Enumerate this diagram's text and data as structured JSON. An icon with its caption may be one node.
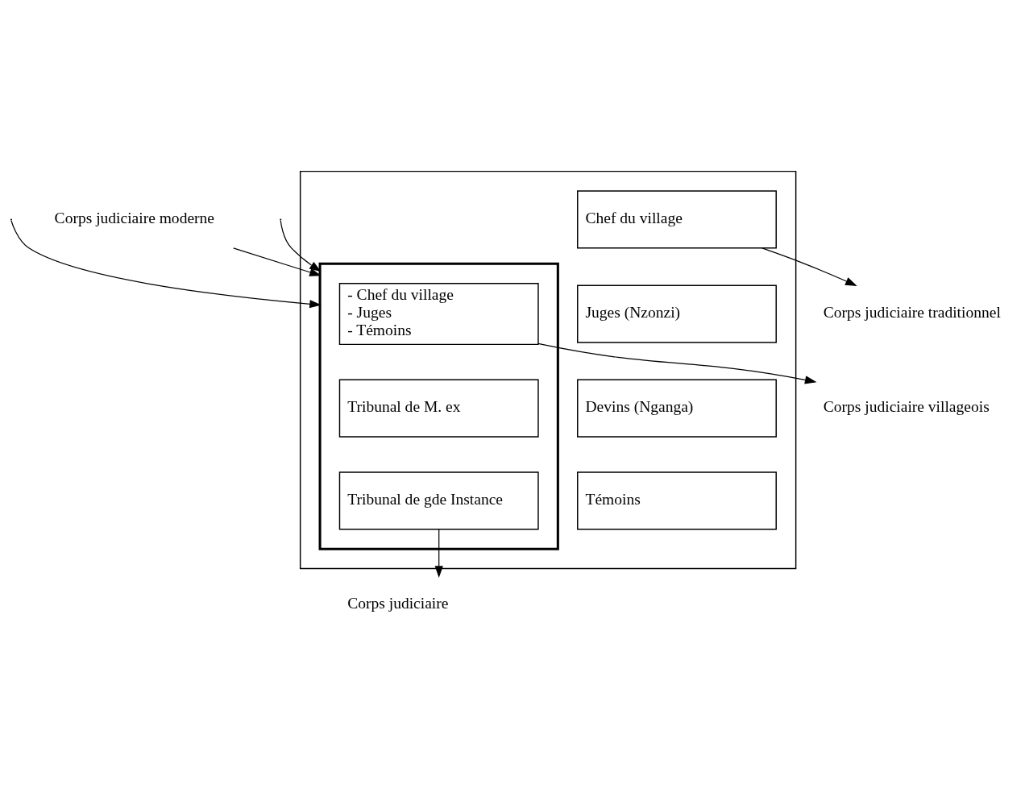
{
  "diagram": {
    "nodes": [
      {
        "text": [
          "Corps judiciaire traditionnel"
        ]
      },
      {
        "text": [
          "Corps judiciaire villageois"
        ]
      },
      {
        "text": [],
        "shape": "box"
      },
      {
        "text": [
          "Chef du village"
        ],
        "in": 2
      },
      {
        "text": [
          "Juges (Nzonzi)"
        ],
        "in": 2
      },
      {
        "text": [
          "Devins (Nganga)"
        ],
        "in": 2
      },
      {
        "text": [
          "Témoins"
        ],
        "in": 2
      },
      {
        "text": [],
        "shape": "box",
        "in": 2
      },
      {
        "text": [
          "- Chef du village",
          "- Juges",
          "- Témoins"
        ],
        "in": 7
      },
      {
        "text": [
          "Tribunal de M. ex"
        ],
        "in": 7
      },
      {
        "text": [
          "Tribunal de gde Instance"
        ],
        "in": 7
      },
      {
        "text": [
          "Corps judiciaire"
        ]
      },
      {
        "text": [
          "Corps judiciaire moderne"
        ]
      }
    ],
    "edges": [
      {
        "from": 3,
        "to": 0,
        "arrow": "to"
      },
      {
        "from": 8,
        "to": 1,
        "arrow": "to"
      },
      {
        "from": null,
        "to": 7,
        "arrow": "to"
      },
      {
        "from": null,
        "to": 7,
        "arrow": "to"
      },
      {
        "from": 12,
        "to": 7,
        "arrow": "to"
      },
      {
        "from": 10,
        "to": 11,
        "arrow": "to"
      }
    ]
  }
}
